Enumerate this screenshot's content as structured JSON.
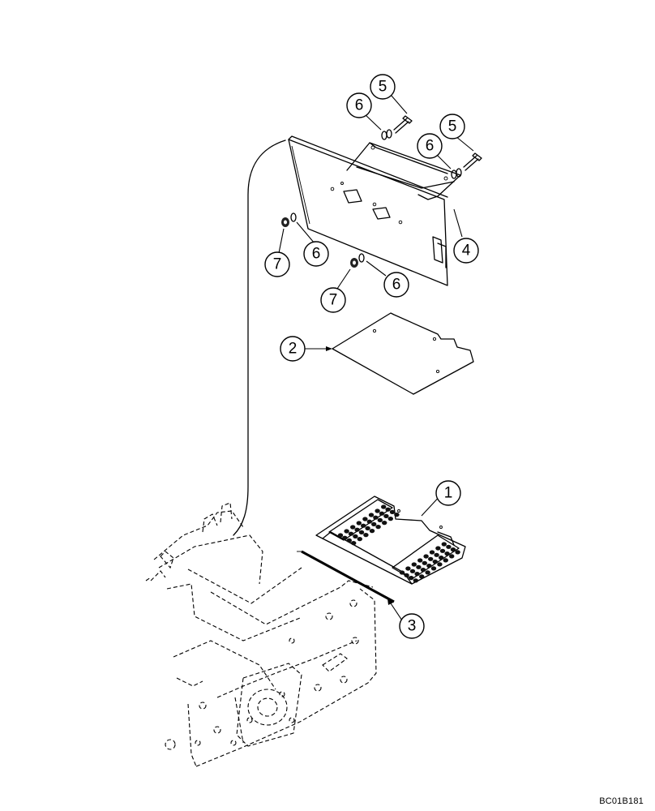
{
  "callouts": {
    "c1": "1",
    "c2": "2",
    "c3": "3",
    "c4": "4",
    "c5a": "5",
    "c5b": "5",
    "c6a": "6",
    "c6b": "6",
    "c6c": "6",
    "c6d": "6",
    "c7a": "7",
    "c7b": "7"
  },
  "reference_code": "BC01B181",
  "colors": {
    "ink": "#000000",
    "paper": "#ffffff"
  }
}
